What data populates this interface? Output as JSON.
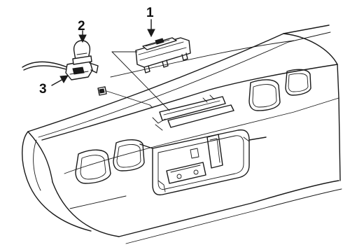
{
  "callouts": {
    "lamp_assembly": "1",
    "bulb": "2",
    "socket": "3"
  },
  "colors": {
    "line": "#1a1a1a",
    "background": "#ffffff"
  }
}
